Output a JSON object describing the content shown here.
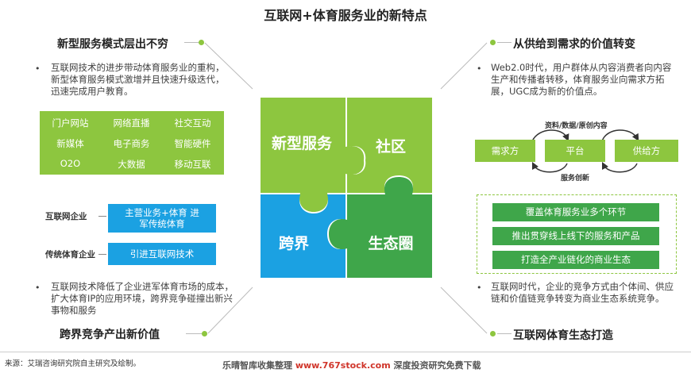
{
  "title": "互联网+体育服务业的新特点",
  "top_left": {
    "heading": "新型服务模式层出不穷",
    "bullet": "互联网技术的进步带动体育服务业的重构，新型体育服务模式激增并且快速升级迭代，迅速完成用户教育。",
    "grid": [
      "门户网站",
      "网络直播",
      "社交互动",
      "新媒体",
      "电子商务",
      "智能硬件",
      "O2O",
      "大数据",
      "移动互联"
    ]
  },
  "top_right": {
    "heading": "从供给到需求的价值转变",
    "bullet": "Web2.0时代，用户群体从内容消费者向内容生产和传播者转移，体育服务业向需求方拓展，UGC成为新的价值点。",
    "flow": {
      "top_label": "资料/数据/原创内容",
      "bottom_label": "服务创新",
      "nodes": [
        "需求方",
        "平台",
        "供给方"
      ]
    }
  },
  "bottom_left": {
    "heading": "跨界竞争产出新价值",
    "bullet": "互联网技术降低了企业进军体育市场的成本，扩大体育IP的应用环境，跨界竞争碰撞出新兴事物和服务",
    "rows": [
      {
        "label": "互联网企业",
        "value": "主营业务+体育 进军传统体育"
      },
      {
        "label": "传统体育企业",
        "value": "引进互联网技术"
      }
    ]
  },
  "bottom_right": {
    "heading": "互联网体育生态打造",
    "bullet": "互联网时代，企业的竞争方式由个体间、供应链和价值链竞争转变为商业生态系统竞争。",
    "items": [
      "覆盖体育服务业多个环节",
      "推出贯穿线上线下的服务和产品",
      "打造全产业链化的商业生态"
    ]
  },
  "puzzle": {
    "pieces": [
      "新型服务",
      "社区",
      "跨界",
      "生态圈"
    ],
    "colors": {
      "top_left": "#8dc63f",
      "top_right": "#8dc63f",
      "bottom_left": "#1ba1e2",
      "bottom_right": "#3fa64a"
    }
  },
  "footer": {
    "source": "来源：艾瑞咨询研究院自主研究及绘制。",
    "watermark_pre": "乐晴智库收集整理 ",
    "watermark_url": "www.767stock.com",
    "watermark_post": " 深度投资研究免费下载"
  }
}
